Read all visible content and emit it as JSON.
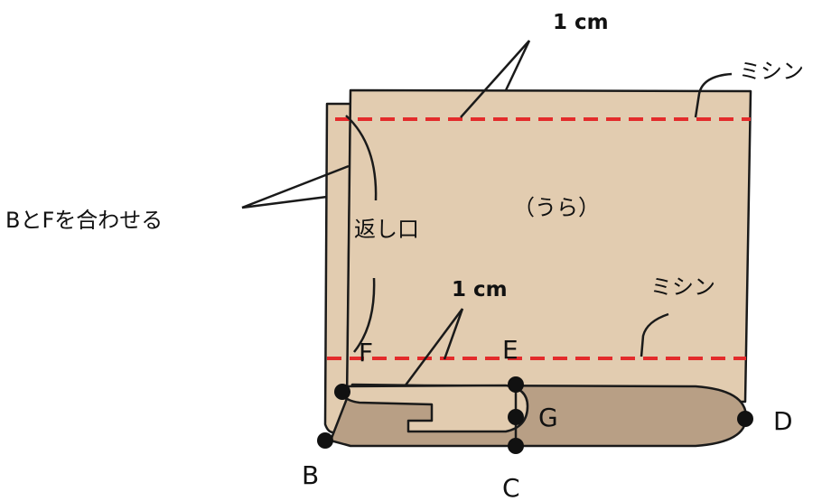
{
  "labels": {
    "top_seam_allowance": "1 cm",
    "top_stitch": "ミシン",
    "align_instruction": "BとFを合わせる",
    "wrong_side": "（うら）",
    "turning_opening": "返し口",
    "bottom_seam_allowance": "1 cm",
    "bottom_stitch": "ミシン"
  },
  "points": {
    "B": "B",
    "C": "C",
    "D": "D",
    "E": "E",
    "F": "F",
    "G": "G"
  },
  "colors": {
    "fabric": "#e2ccb0",
    "fabric_fold": "#b89f85",
    "stitch": "#e32b2b",
    "outline": "#1a1a1a",
    "point": "#111111"
  }
}
